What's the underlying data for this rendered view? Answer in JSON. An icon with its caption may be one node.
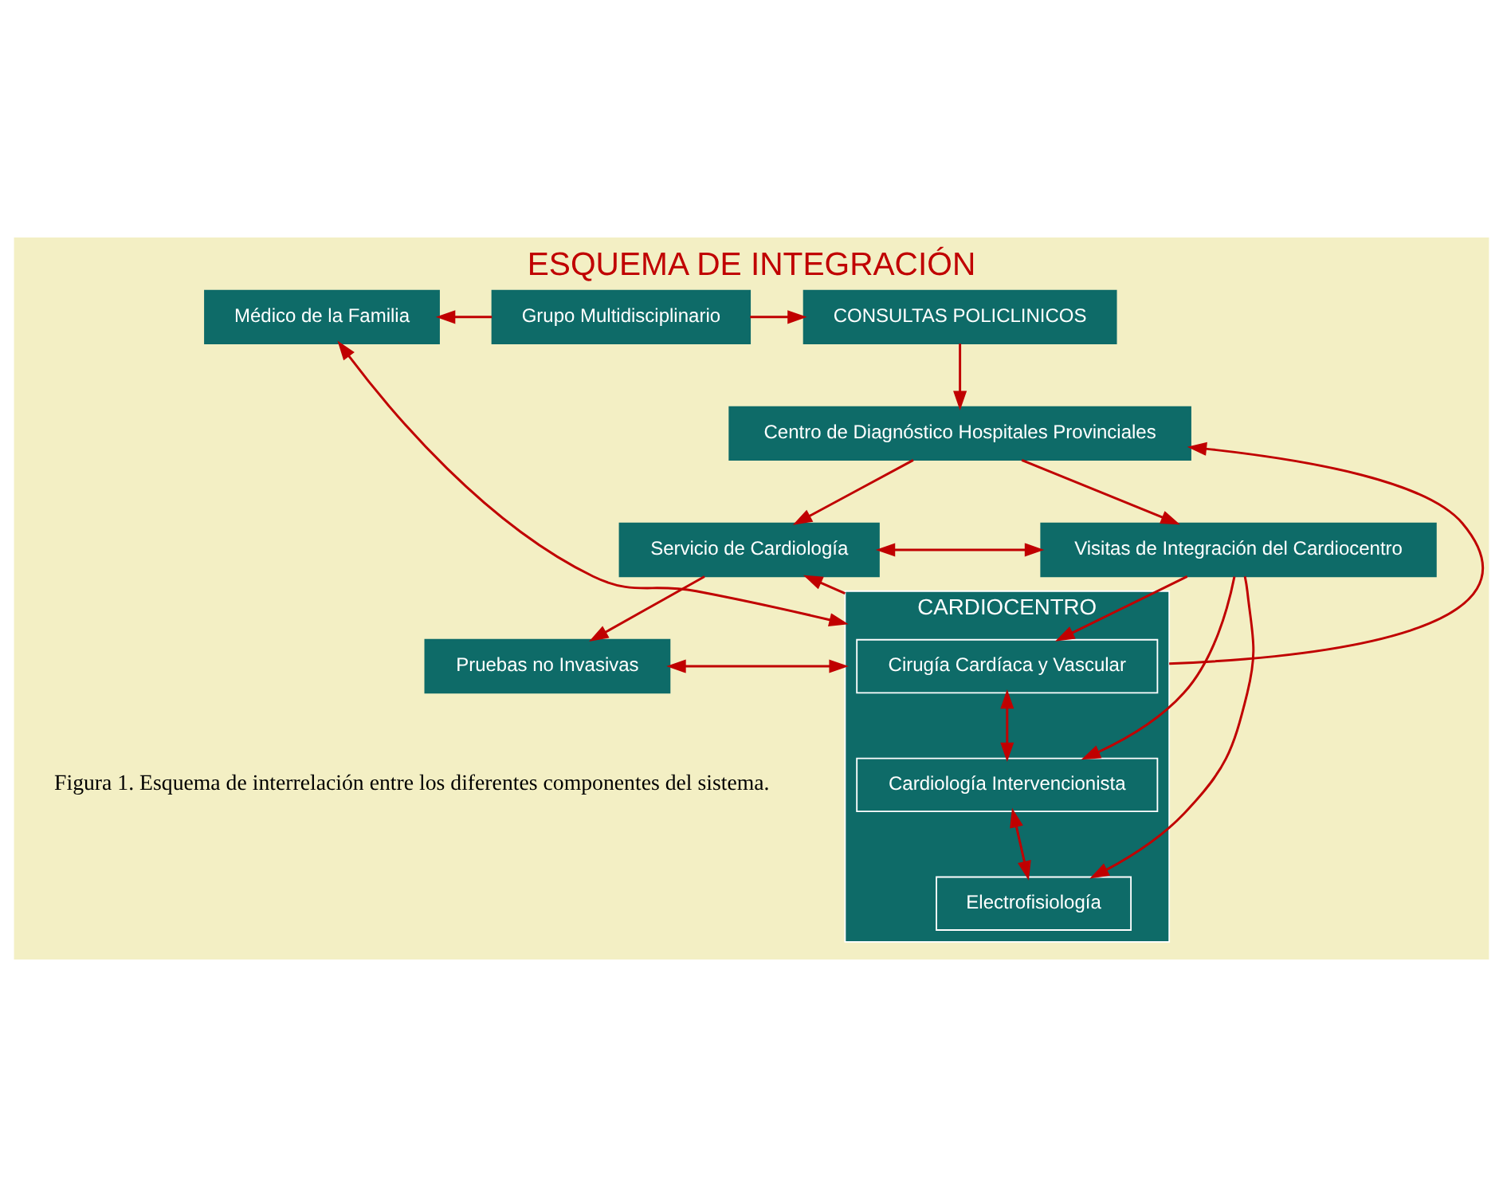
{
  "diagram": {
    "title": "ESQUEMA DE INTEGRACIÓN",
    "caption": "Figura 1. Esquema de interrelación entre los diferentes componentes del sistema.",
    "nodes": [
      {
        "text": [
          "Médico de la Familia"
        ]
      },
      {
        "text": [
          "Grupo Multidisciplinario"
        ]
      },
      {
        "text": [
          "CONSULTAS POLICLINICOS"
        ]
      },
      {
        "text": [
          "Centro de Diagnóstico Hospitales Provinciales"
        ]
      },
      {
        "text": [
          "CARDIOCENTRO"
        ]
      },
      {
        "text": [
          "Cirugía Cardíaca y Vascular"
        ],
        "in": 4
      },
      {
        "text": [
          "Cardiología Intervencionista"
        ],
        "in": 4
      },
      {
        "text": [
          "Electrofisiología"
        ],
        "in": 4
      },
      {
        "text": [
          "Servicio de Cardiología"
        ]
      },
      {
        "text": [
          "Visitas de Integración del Cardiocentro"
        ]
      },
      {
        "text": [
          "Pruebas no Invasivas"
        ]
      }
    ],
    "edges": [
      {
        "from": 1,
        "to": 0,
        "arrow": "to"
      },
      {
        "from": 1,
        "to": 2,
        "arrow": "to"
      },
      {
        "from": 2,
        "to": 3,
        "arrow": "to"
      },
      {
        "from": 4,
        "to": 3,
        "arrow": "to"
      },
      {
        "from": 3,
        "to": 9,
        "arrow": "to"
      },
      {
        "from": 3,
        "to": 8,
        "arrow": "to"
      },
      {
        "from": 4,
        "to": 8,
        "arrow": "to"
      },
      {
        "from": 8,
        "to": 9,
        "arrow": "both"
      },
      {
        "from": 8,
        "to": 10,
        "arrow": "to"
      },
      {
        "from": 9,
        "to": 5,
        "arrow": "to"
      },
      {
        "from": 9,
        "to": 6,
        "arrow": "to"
      },
      {
        "from": 9,
        "to": 7,
        "arrow": "to"
      },
      {
        "from": 5,
        "to": 6,
        "arrow": "both"
      },
      {
        "from": 6,
        "to": 7,
        "arrow": "both"
      },
      {
        "from": 10,
        "to": 4,
        "arrow": "both"
      },
      {
        "from": 4,
        "to": 0,
        "arrow": "both"
      }
    ]
  }
}
